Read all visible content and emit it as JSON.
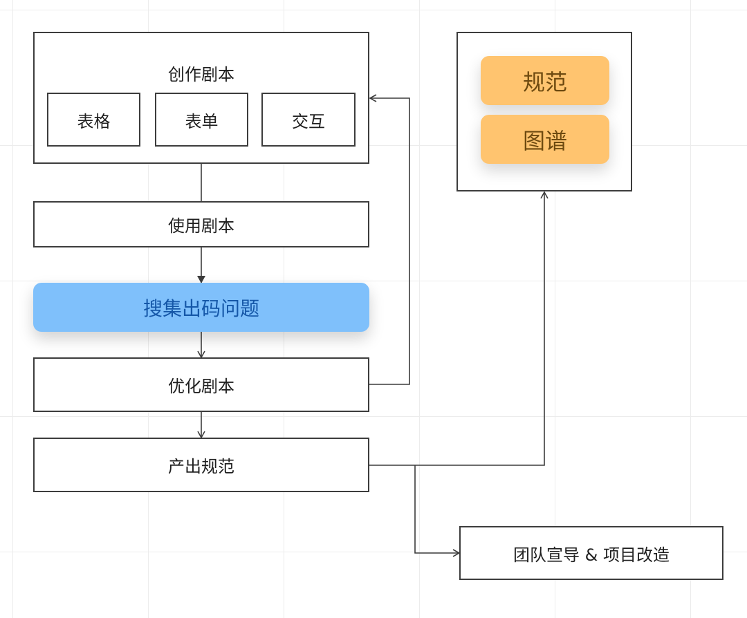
{
  "diagram": {
    "create_group": {
      "title": "创作剧本",
      "items": [
        "表格",
        "表单",
        "交互"
      ]
    },
    "use_script": "使用剧本",
    "collect_issues": "搜集出码问题",
    "optimize_script": "优化剧本",
    "produce_spec": "产出规范",
    "spec_group": {
      "items": [
        "规范",
        "图谱"
      ]
    },
    "team_promo": "团队宣导 & 项目改造"
  },
  "colors": {
    "border": "#3c3c3c",
    "connector": "#3c3c3c",
    "highlight_blue": "#7fc0fb",
    "highlight_blue_text": "#1557a8",
    "tag_orange": "#ffc46f",
    "tag_orange_text": "#6e4a10"
  }
}
